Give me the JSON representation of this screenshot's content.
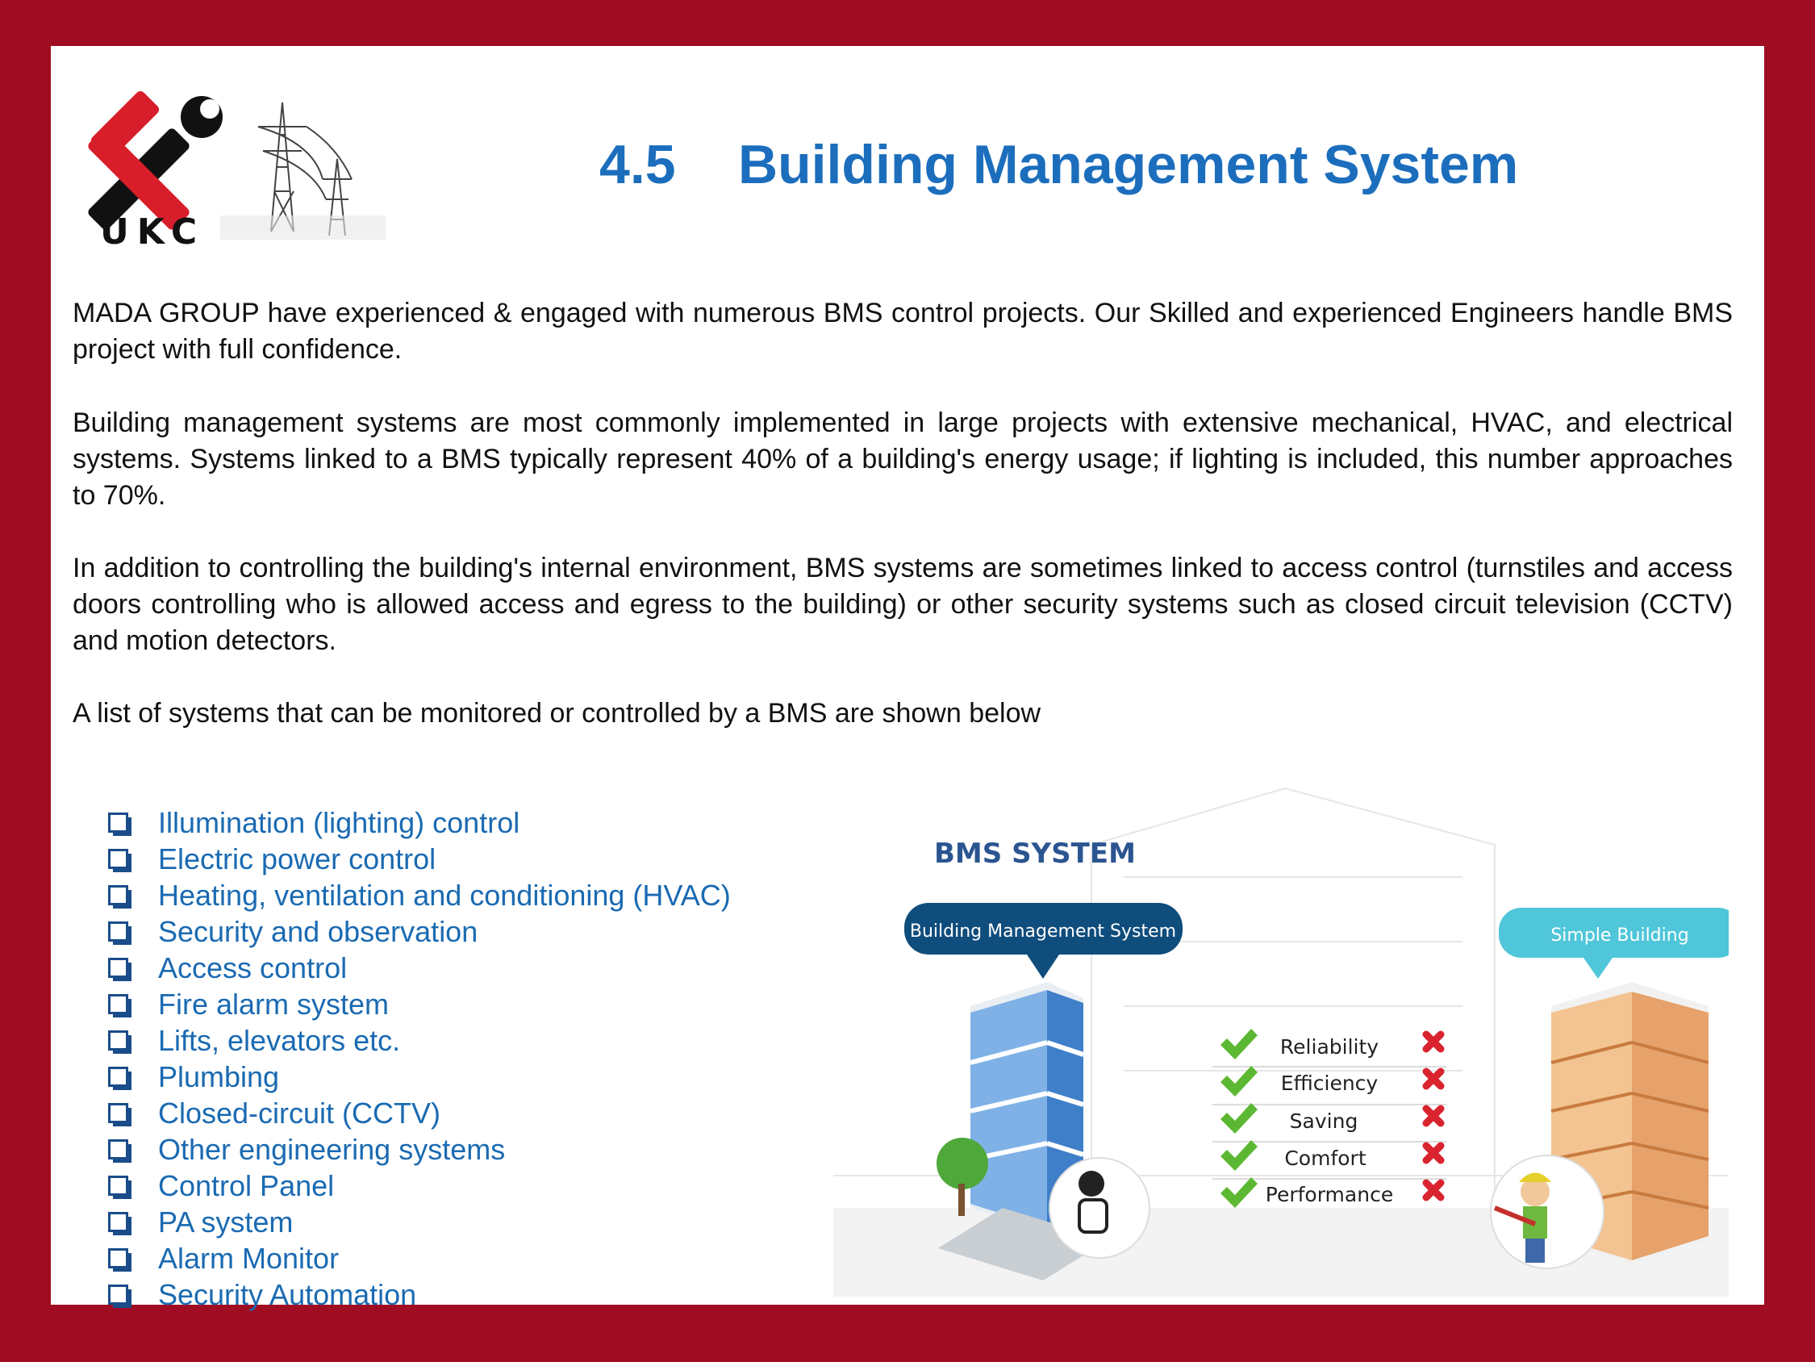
{
  "logo": {
    "text": "UKC"
  },
  "title": {
    "number": "4.5",
    "text": "Building Management System"
  },
  "paragraphs": [
    "MADA GROUP have experienced & engaged with numerous BMS control projects. Our Skilled and experienced Engineers handle BMS project with full confidence.",
    "Building management systems are most commonly implemented in large projects with extensive mechanical, HVAC, and electrical systems. Systems linked to a BMS typically represent 40% of a building's energy usage; if lighting is included, this number approaches to 70%.",
    "In addition to controlling the building's internal environment, BMS systems are sometimes linked to access control (turnstiles and access doors controlling who is allowed access and egress to the building) or other security systems such as closed circuit television (CCTV) and motion detectors.",
    "A list of systems that can be monitored or controlled by a BMS are shown below"
  ],
  "systems": [
    "Illumination (lighting) control",
    "Electric power control",
    "Heating, ventilation and conditioning (HVAC)",
    "Security and observation",
    "Access control",
    "Fire alarm system",
    "Lifts, elevators etc.",
    "Plumbing",
    "Closed-circuit (CCTV)",
    "Other engineering systems",
    "Control Panel",
    "PA system",
    "Alarm Monitor",
    "Security Automation"
  ],
  "graphic": {
    "heading": "BMS SYSTEM",
    "left_bubble": "Building Management System",
    "right_bubble": "Simple Building",
    "criteria": [
      "Reliability",
      "Efficiency",
      "Saving",
      "Comfort",
      "Performance"
    ]
  },
  "colors": {
    "frame": "#a00c21",
    "title": "#1c6ebd",
    "list_text": "#1a6ab2",
    "left_bubble": "#0f4d7d",
    "right_bubble": "#4fc6d9",
    "check": "#5cb832",
    "cross": "#d9232f"
  }
}
